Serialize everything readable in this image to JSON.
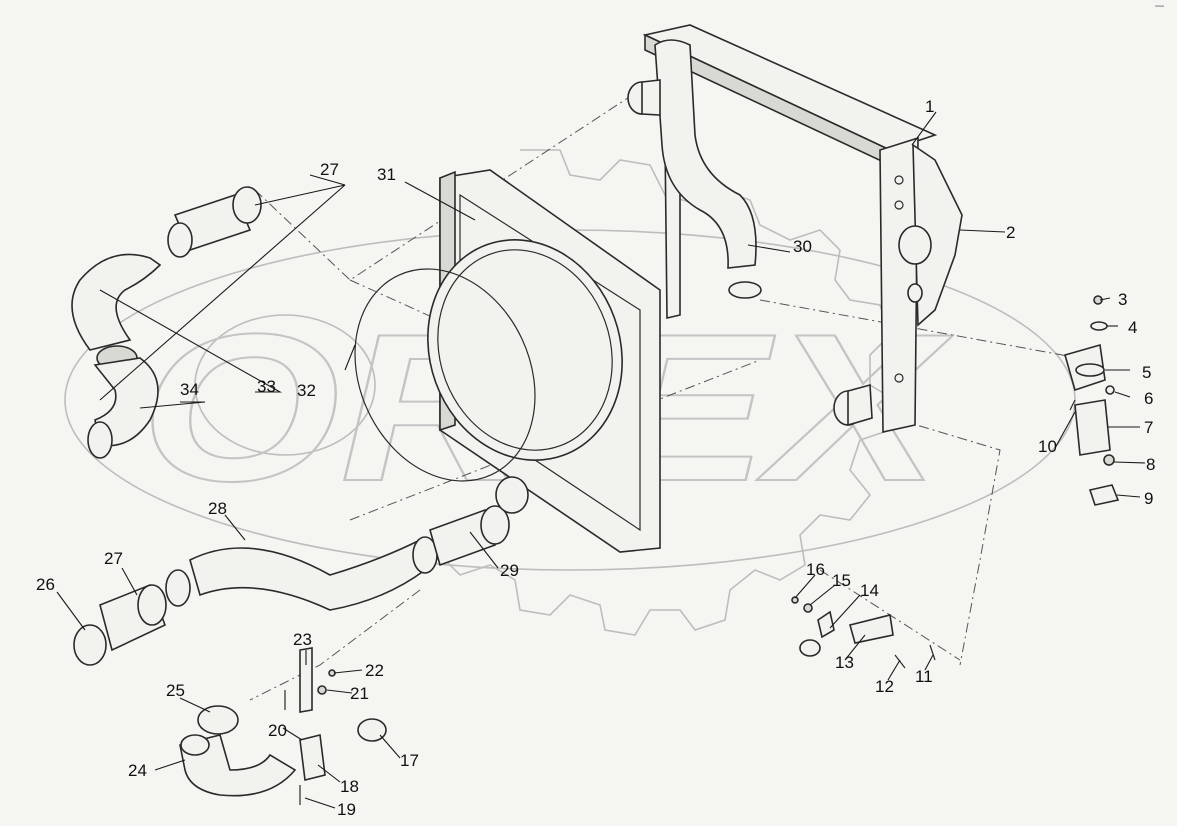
{
  "diagram": {
    "watermark_text": "ORIEX",
    "corner_mark": "˜˜˜",
    "callouts": [
      "1",
      "2",
      "3",
      "4",
      "5",
      "6",
      "7",
      "8",
      "9",
      "10",
      "11",
      "12",
      "13",
      "14",
      "15",
      "16",
      "17",
      "18",
      "19",
      "20",
      "21",
      "22",
      "23",
      "24",
      "25",
      "26",
      "27",
      "27",
      "28",
      "29",
      "30",
      "31",
      "32",
      "33",
      "34"
    ]
  }
}
